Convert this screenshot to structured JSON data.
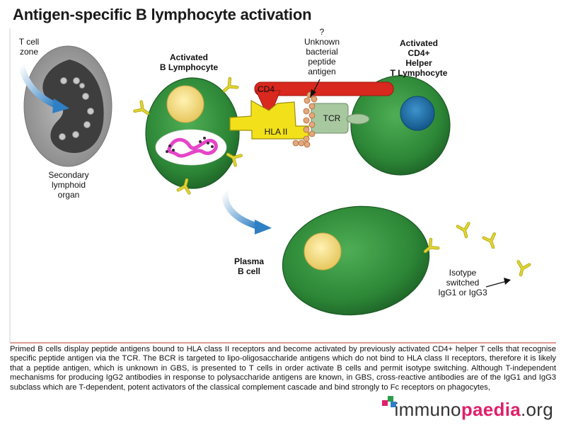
{
  "title": "Antigen-specific B lymphocyte activation",
  "labels": {
    "t_cell_zone": [
      "T cell",
      "zone"
    ],
    "secondary_organ": [
      "Secondary",
      "lymphoid",
      "organ"
    ],
    "activated_b": [
      "Activated",
      "B Lymphocyte"
    ],
    "unknown_antigen": [
      "?",
      "Unknown",
      "bacterial",
      "peptide",
      "antigen"
    ],
    "activated_t": [
      "Activated",
      "CD4+",
      "Helper",
      "T Lymphocyte"
    ],
    "cd4": "CD4",
    "tcr": "TCR",
    "hla2": "HLA II",
    "plasma": [
      "Plasma",
      "B cell"
    ],
    "isotype": [
      "Isotype",
      "switched",
      "IgG1 or IgG3"
    ]
  },
  "caption": "Primed B cells display peptide antigens bound to HLA class II receptors and become activated by previously activated CD4+ helper T cells that recognise specific peptide antigen via the TCR. The BCR is targeted to lipo-oligosaccharide antigens which do not bind to HLA class II receptors, therefore it is likely that a peptide antigen, which is unknown in GBS, is presented to T cells in order activate B cells and permit isotype switching. Although T-independent mechanisms for producing IgG2 antibodies in response to polysaccharide antigens are known, in GBS, cross-reactive antibodies are of the IgG1 and IgG3 subclass which are T-dependent, potent activators of the classical complement cascade and bind strongly to Fc receptors on phagocytes,",
  "logo": {
    "pre": "immuno",
    "mid": "paedia",
    "post": ".org"
  },
  "colors": {
    "cell_green": "#2f8a3a",
    "nucleus_yellow": "#f5d878",
    "nucleus_blue": "#1f6fa6",
    "cd4_red": "#d9281e",
    "hla_yellow": "#f2e11a",
    "tcr_green": "#a8c8a0",
    "antibody_yellow": "#d8cc2a",
    "arrow_blue": "#3a86c8",
    "logo_pink": "#e0206a"
  }
}
